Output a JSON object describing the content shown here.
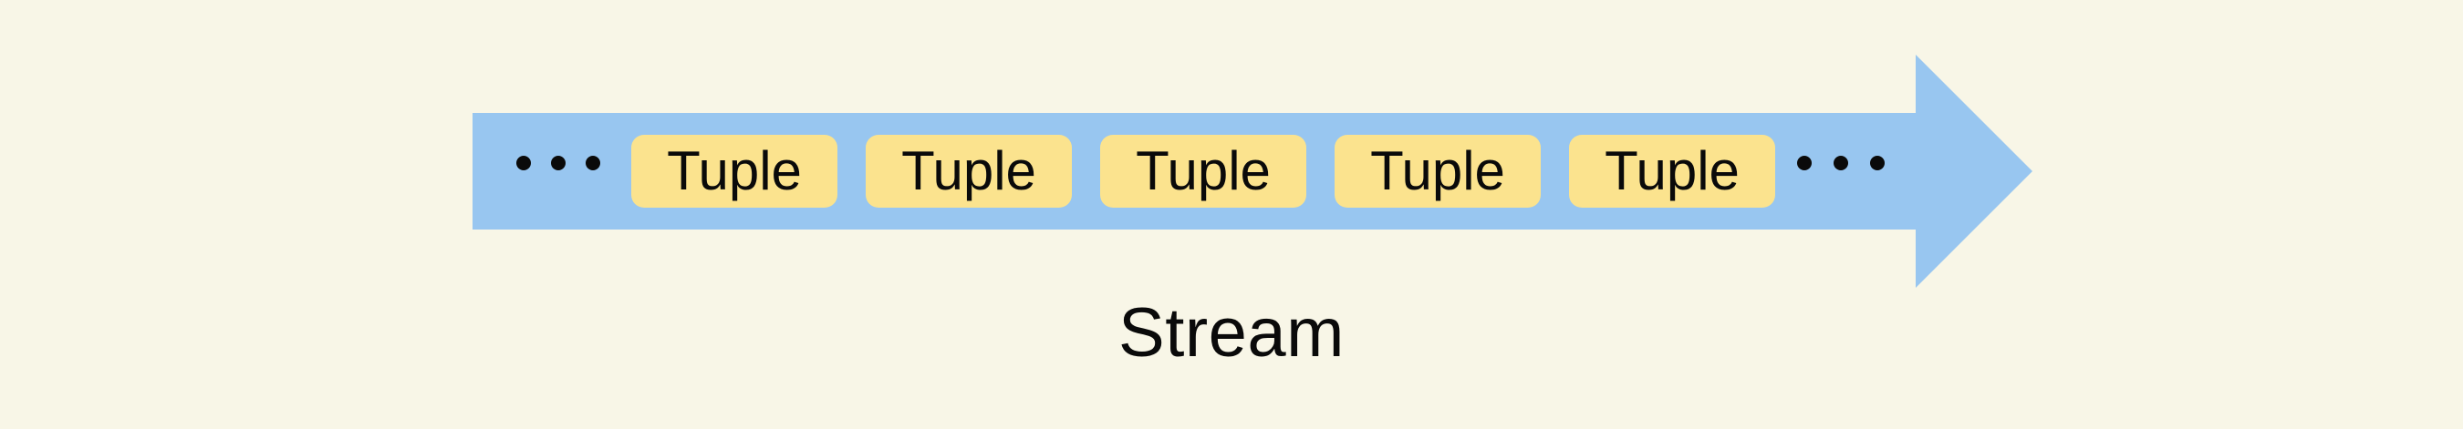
{
  "colors": {
    "bg": "#F8F6E7",
    "arrow": "#98C6F0",
    "tuple": "#FBE38E",
    "ink": "#0A0A0A"
  },
  "diagram": {
    "caption": "Stream",
    "tuples": [
      {
        "label": "Tuple"
      },
      {
        "label": "Tuple"
      },
      {
        "label": "Tuple"
      },
      {
        "label": "Tuple"
      },
      {
        "label": "Tuple"
      }
    ],
    "icons": {
      "left_ellipsis": "ellipsis-icon",
      "right_ellipsis": "ellipsis-icon"
    }
  }
}
